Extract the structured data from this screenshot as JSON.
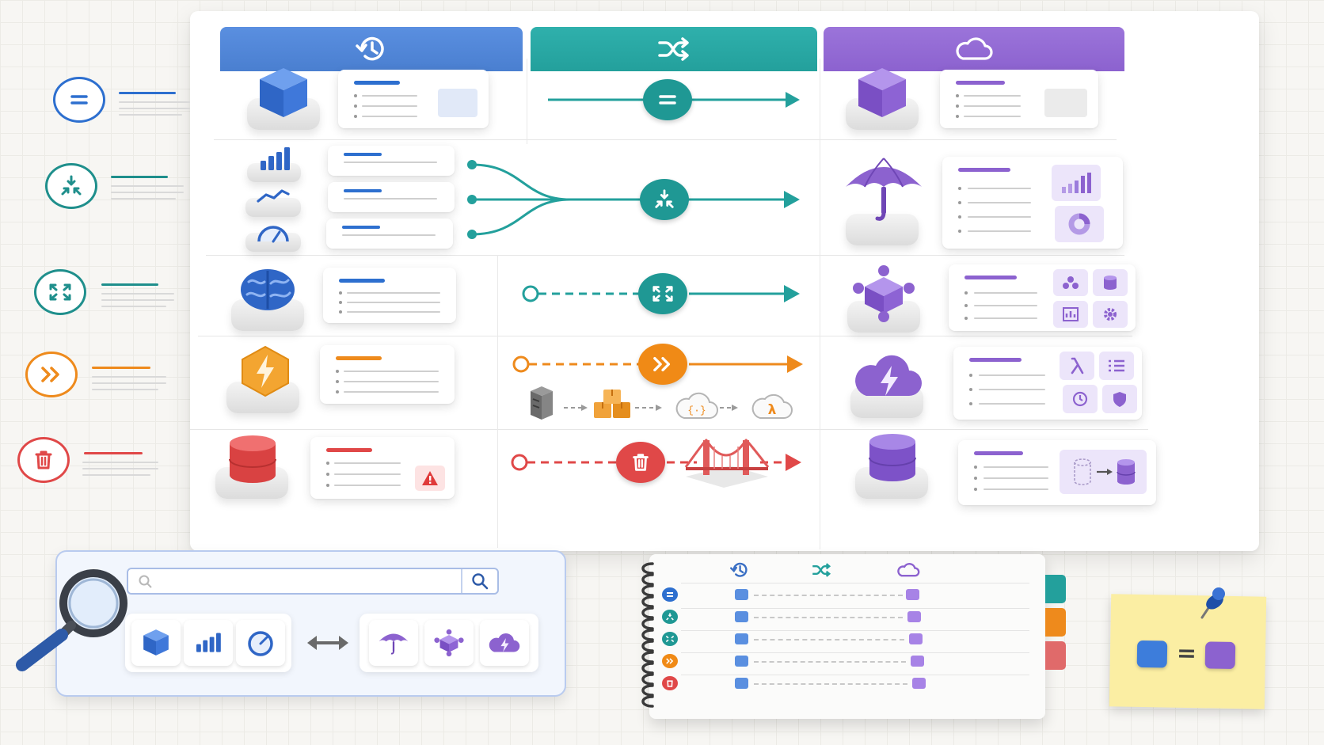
{
  "columns": [
    {
      "name": "history",
      "icon": "history-icon",
      "color": "#4a7fd0"
    },
    {
      "name": "shuffle",
      "icon": "shuffle-icon",
      "color": "#23a09c"
    },
    {
      "name": "cloud",
      "icon": "cloud-icon",
      "color": "#8c62cf"
    }
  ],
  "rows": [
    {
      "icon": "equals-icon",
      "color": "#2d6fcf"
    },
    {
      "icon": "compress-arrows-icon",
      "color": "#1f8f8c"
    },
    {
      "icon": "expand-arrows-icon",
      "color": "#1f8f8c"
    },
    {
      "icon": "fast-forward-icon",
      "color": "#ee8a1c"
    },
    {
      "icon": "trash-icon",
      "color": "#e04848"
    }
  ],
  "colors": {
    "blue": "#4a7fd0",
    "teal": "#23a09c",
    "purple": "#8c62cf",
    "orange": "#ee8a1c",
    "red": "#e04848",
    "sticky": "#fbeea3"
  },
  "search": {
    "placeholder": ""
  },
  "sticky_note": {
    "equation_symbol": "="
  },
  "flow_labels": {
    "bracket": "{·}",
    "lambda": "λ"
  },
  "notebook": {
    "header_icons": [
      "history-icon",
      "shuffle-icon",
      "cloud-icon"
    ],
    "row_icons": [
      "equals-icon",
      "compress-arrows-icon",
      "expand-arrows-icon",
      "fast-forward-icon",
      "trash-icon"
    ]
  }
}
